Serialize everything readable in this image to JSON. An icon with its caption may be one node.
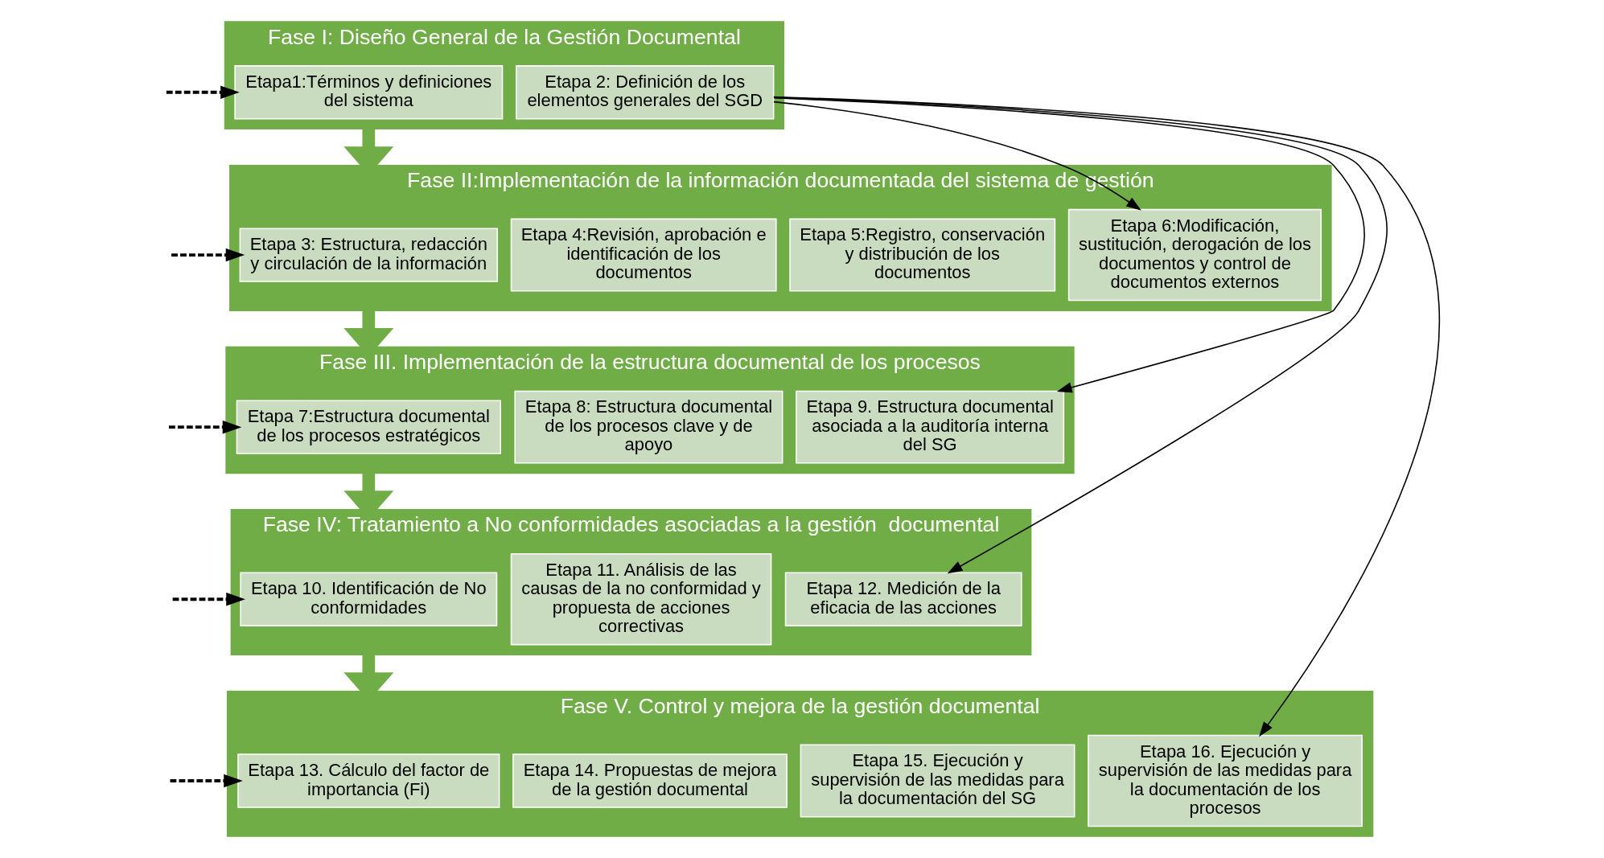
{
  "diagram": {
    "nodes": [
      {
        "text": [
          "Fase I: Diseño General de la Gestión Documental"
        ]
      },
      {
        "text": [
          "Etapa1:Términos y definiciones del sistema"
        ],
        "in": 0
      },
      {
        "text": [
          "Etapa 2: Definición de los elementos generales del SGD"
        ],
        "in": 0
      },
      {
        "text": [
          "Fase II:Implementación de la información documentada del sistema de gestión"
        ]
      },
      {
        "text": [
          "Etapa 3: Estructura, redacción y circulación de la información"
        ],
        "in": 3
      },
      {
        "text": [
          "Etapa 4:Revisión, aprobación e identificación de los documentos"
        ],
        "in": 3
      },
      {
        "text": [
          "Etapa 5:Registro, conservación y distribución de los documentos"
        ],
        "in": 3
      },
      {
        "text": [
          "Etapa 6:Modificación, sustitución, derogación de los documentos y control de documentos externos"
        ],
        "in": 3
      },
      {
        "text": [
          "Fase III. Implementación de la estructura documental de los procesos"
        ]
      },
      {
        "text": [
          "Etapa 7:Estructura documental de los procesos estratégicos"
        ],
        "in": 8
      },
      {
        "text": [
          "Etapa 8: Estructura documental de los procesos clave y de apoyo"
        ],
        "in": 8
      },
      {
        "text": [
          "Etapa 9. Estructura documental asociada a la auditoría interna del SG"
        ],
        "in": 8
      },
      {
        "text": [
          "Fase IV: Tratamiento a No conformidades asociadas a la gestión  documental"
        ]
      },
      {
        "text": [
          "Etapa 10. Identificación de No conformidades"
        ],
        "in": 12
      },
      {
        "text": [
          "Etapa 11. Análisis de las causas de la no conformidad y propuesta de acciones correctivas"
        ],
        "in": 12
      },
      {
        "text": [
          "Etapa 12. Medición de la eficacia de las acciones"
        ],
        "in": 12
      },
      {
        "text": [
          "Fase V. Control y mejora de la gestión documental"
        ]
      },
      {
        "text": [
          "Etapa 13. Cálculo del factor de importancia (Fi)"
        ],
        "in": 16
      },
      {
        "text": [
          "Etapa 14. Propuestas de mejora de la gestión documental"
        ],
        "in": 16
      },
      {
        "text": [
          "Etapa 15. Ejecución y supervisión de las medidas para la documentación del SG"
        ],
        "in": 16
      },
      {
        "text": [
          "Etapa 16. Ejecución y supervisión de las medidas para la documentación de los procesos"
        ],
        "in": 16
      }
    ],
    "edges": [
      {
        "from": 0,
        "to": 3,
        "arrow": "to",
        "style": "thick",
        "color": "#70ad47"
      },
      {
        "from": 3,
        "to": 8,
        "arrow": "to",
        "style": "thick",
        "color": "#70ad47"
      },
      {
        "from": 8,
        "to": 12,
        "arrow": "to",
        "style": "thick",
        "color": "#70ad47"
      },
      {
        "from": 12,
        "to": 16,
        "arrow": "to",
        "style": "thick",
        "color": "#70ad47"
      },
      {
        "from": null,
        "to": 1,
        "arrow": "to",
        "style": "dashed"
      },
      {
        "from": null,
        "to": 4,
        "arrow": "to",
        "style": "dashed"
      },
      {
        "from": null,
        "to": 9,
        "arrow": "to",
        "style": "dashed"
      },
      {
        "from": null,
        "to": 13,
        "arrow": "to",
        "style": "dashed"
      },
      {
        "from": null,
        "to": 17,
        "arrow": "to",
        "style": "dashed"
      },
      {
        "from": 2,
        "to": 7,
        "arrow": "to"
      },
      {
        "from": 2,
        "to": 11,
        "arrow": "to"
      },
      {
        "from": 2,
        "to": 15,
        "arrow": "to"
      },
      {
        "from": 2,
        "to": 20,
        "arrow": "to"
      }
    ]
  }
}
